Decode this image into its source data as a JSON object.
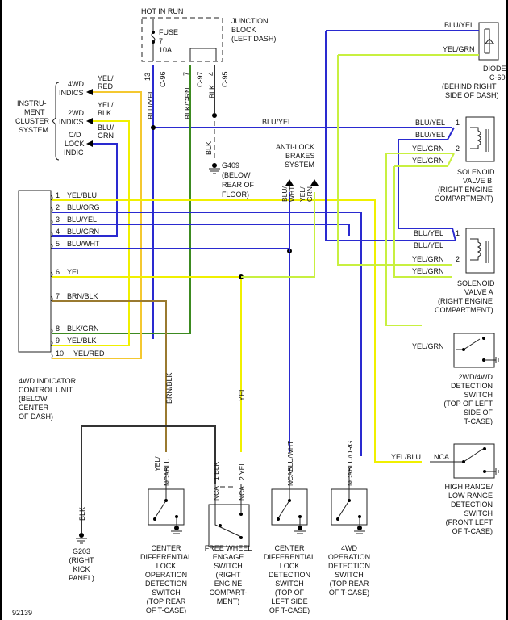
{
  "diagram": {
    "figure_id": "92139",
    "power": {
      "hot_in_run": "HOT IN RUN",
      "fuse_label": "FUSE",
      "fuse_number": "7",
      "fuse_rating": "10A",
      "junction_block": [
        "JUNCTION",
        "BLOCK",
        "(LEFT DASH)"
      ],
      "connectors": [
        {
          "pin": "13",
          "connector": "C-96",
          "wire": "BLU/YEL"
        },
        {
          "pin": "7",
          "connector": "C-97",
          "wire": "BLK/GRN"
        },
        {
          "pin": "4",
          "connector": "C-95",
          "wire": "BLK"
        }
      ]
    },
    "ground_g409": {
      "wire": "BLK",
      "label": [
        "G409",
        "(BELOW",
        "REAR OF",
        "FLOOR)"
      ]
    },
    "ground_g203": {
      "wire": "BLK",
      "label": [
        "G203",
        "(RIGHT",
        "KICK",
        "PANEL)"
      ]
    },
    "instrument_cluster": {
      "title": [
        "INSTRU-",
        "MENT",
        "CLUSTER",
        "SYSTEM"
      ],
      "indicators": [
        {
          "label": [
            "4WD",
            "INDICS"
          ],
          "wire": [
            "YEL/",
            "RED"
          ]
        },
        {
          "label": [
            "2WD",
            "INDICS"
          ],
          "wire": [
            "YEL/",
            "BLK"
          ]
        },
        {
          "label": [
            "C/D",
            "LOCK",
            "INDIC"
          ],
          "wire": [
            "BLU/",
            "GRN"
          ]
        }
      ]
    },
    "control_unit": {
      "label": [
        "4WD INDICATOR",
        "CONTROL UNIT",
        "(BELOW",
        "CENTER",
        "OF DASH)"
      ],
      "pins": [
        {
          "pin": "1",
          "wire": "YEL/BLU"
        },
        {
          "pin": "2",
          "wire": "BLU/ORG"
        },
        {
          "pin": "3",
          "wire": "BLU/YEL"
        },
        {
          "pin": "4",
          "wire": "BLU/GRN"
        },
        {
          "pin": "5",
          "wire": "BLU/WHT"
        },
        {
          "pin": "6",
          "wire": "YEL"
        },
        {
          "pin": "7",
          "wire": "BRN/BLK"
        },
        {
          "pin": "8",
          "wire": "BLK/GRN"
        },
        {
          "pin": "9",
          "wire": "YEL/BLK"
        },
        {
          "pin": "10",
          "wire": "YEL/RED"
        }
      ]
    },
    "main_bus_label": "BLU/YEL",
    "anti_lock": {
      "label": [
        "ANTI-LOCK",
        "BRAKES",
        "SYSTEM"
      ],
      "wires": [
        [
          "BLU/",
          "WHT"
        ],
        [
          "YEL/",
          "GRN"
        ]
      ]
    },
    "diode": {
      "label": [
        "DIODE",
        "C-60",
        "(BEHIND RIGHT",
        "SIDE OF DASH)"
      ],
      "wire_top": "BLU/YEL",
      "wire_bottom": "YEL/GRN"
    },
    "solenoid_b": {
      "label": [
        "SOLENOID",
        "VALVE B",
        "(RIGHT ENGINE",
        "COMPARTMENT)"
      ],
      "pin1": "1",
      "pin2": "2",
      "wires": [
        "BLU/YEL",
        "BLU/YEL",
        "YEL/GRN",
        "YEL/GRN"
      ]
    },
    "solenoid_a": {
      "label": [
        "SOLENOID",
        "VALVE A",
        "(RIGHT ENGINE",
        "COMPARTMENT)"
      ],
      "pin1": "1",
      "pin2": "2",
      "wires": [
        "BLU/YEL",
        "BLU/YEL",
        "YEL/GRN",
        "YEL/GRN"
      ]
    },
    "switch_2wd4wd": {
      "wire": "YEL/GRN",
      "label": [
        "2WD/4WD",
        "DETECTION",
        "SWITCH",
        "(TOP OF LEFT",
        "SIDE OF",
        "T-CASE)"
      ]
    },
    "switch_hilo": {
      "wire": "YEL/BLU",
      "nca": "NCA",
      "label": [
        "HIGH RANGE/",
        "LOW RANGE",
        "DETECTION",
        "SWITCH",
        "(FRONT LEFT",
        "OF T-CASE)"
      ]
    },
    "bottom_switches": [
      {
        "id": "cdl-operation",
        "wire": [
          "YEL/",
          "BLU"
        ],
        "nca": "NCA",
        "label": [
          "CENTER",
          "DIFFERENTIAL",
          "LOCK",
          "OPERATION",
          "DETECTION",
          "SWITCH",
          "(TOP REAR",
          "OF T-CASE)"
        ]
      },
      {
        "id": "free-wheel",
        "wire_a": "BLK",
        "wire_b": "YEL",
        "pin_a": "1",
        "pin_b": "2",
        "nca": "NCA",
        "label": [
          "FREE WHEEL",
          "ENGAGE",
          "SWITCH",
          "(RIGHT",
          "ENGINE",
          "COMPART-",
          "MENT)"
        ]
      },
      {
        "id": "cdl-detection",
        "wire": "BLU/WHT",
        "nca": "NCA",
        "label": [
          "CENTER",
          "DIFFERENTIAL",
          "LOCK",
          "DETECTION",
          "SWITCH",
          "(TOP OF",
          "LEFT SIDE",
          "OF T-CASE)"
        ]
      },
      {
        "id": "4wd-operation",
        "wire": "BLU/ORG",
        "nca": "NCA",
        "label": [
          "4WD",
          "OPERATION",
          "DETECTION",
          "SWITCH",
          "(TOP REAR",
          "OF T-CASE)"
        ]
      }
    ],
    "midwire_labels": {
      "brn_blk": "BRN/BLK",
      "yel": "YEL"
    }
  }
}
